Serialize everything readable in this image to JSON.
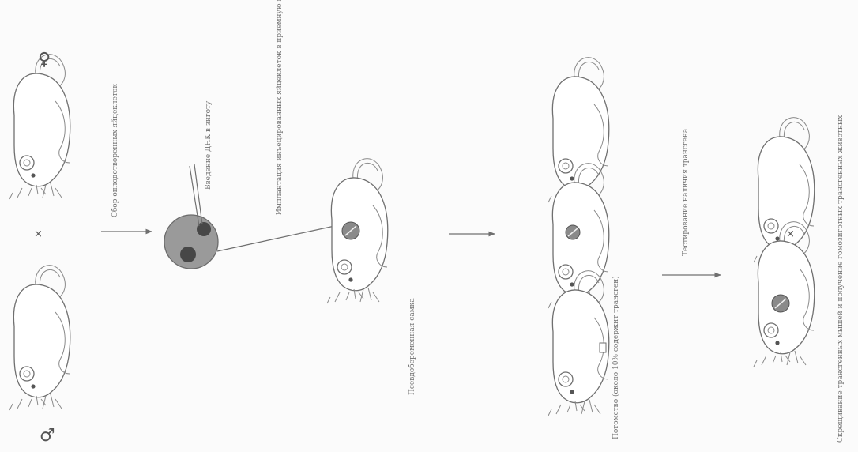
{
  "symbols": {
    "female": "♀",
    "male": "♂",
    "cross": "×"
  },
  "labels": {
    "collect_zygotes": "Сбор оплодотворенных яйцеклеток",
    "inject_dna": "Введение ДНК в зиготу",
    "transplant": "Имплантация инъецированных яйцеклеток в приемную мать",
    "pregnancy": "Псевдобеременная самка",
    "progeny": "Потомство (около 10% содержит трансген)",
    "testing": "Тестирование наличия трансгена",
    "crossing": "Скрещивание трансгенных мышей и получение гомозиготных трансгенных животных"
  },
  "icons": {
    "mouse": "mouse-icon",
    "zygote": "zygote-icon",
    "pipette": "pipette-icon"
  },
  "colors": {
    "outline": "#6f6f6f",
    "zygote_fill": "#9a9a9a",
    "pronucleus": "#474747",
    "text": "#707070"
  }
}
